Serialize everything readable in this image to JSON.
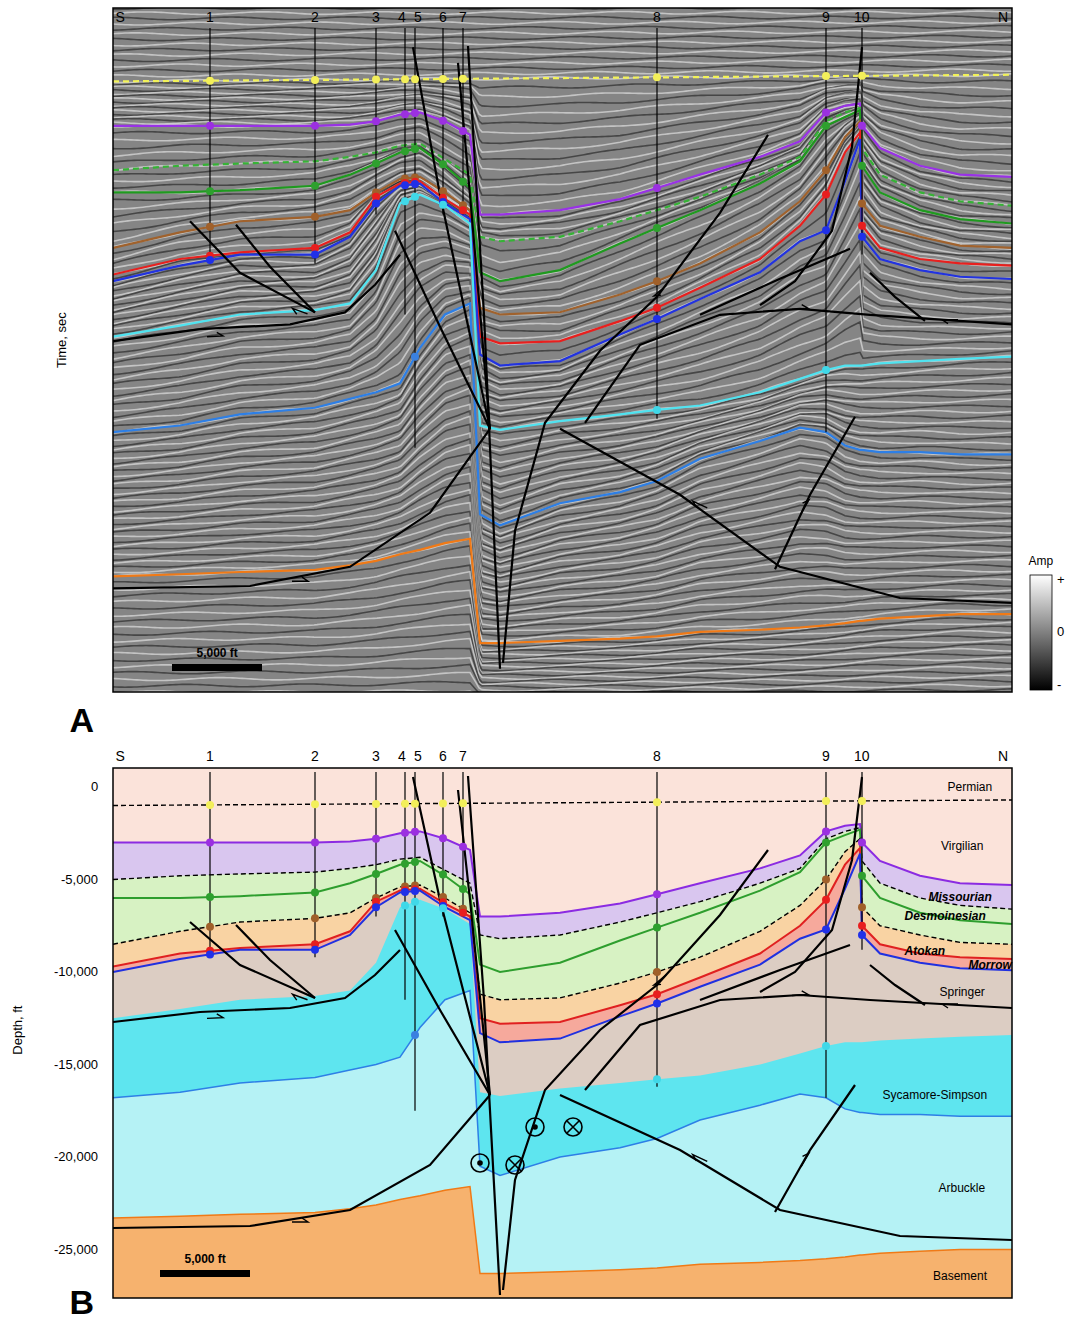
{
  "diagram": {
    "labels": [
      "S",
      "1",
      "2",
      "3",
      "4",
      "5",
      "6",
      "7",
      "8",
      "9",
      "10",
      "N",
      "Time, sec",
      "5,000 ft",
      "Amp",
      "+",
      "0",
      "-",
      "A",
      "S",
      "1",
      "2",
      "3",
      "4",
      "5",
      "6",
      "7",
      "8",
      "9",
      "10",
      "N",
      "0",
      "-5,000",
      "-10,000",
      "-15,000",
      "-20,000",
      "-25,000",
      "Depth, ft",
      "Permian",
      "Virgilian",
      "Missourian",
      "Desmoinesian",
      "Atokan",
      "Morrow",
      "Springer",
      "Sycamore-Simpson",
      "Arbuckle",
      "Basement",
      "5,000 ft",
      "B"
    ]
  }
}
